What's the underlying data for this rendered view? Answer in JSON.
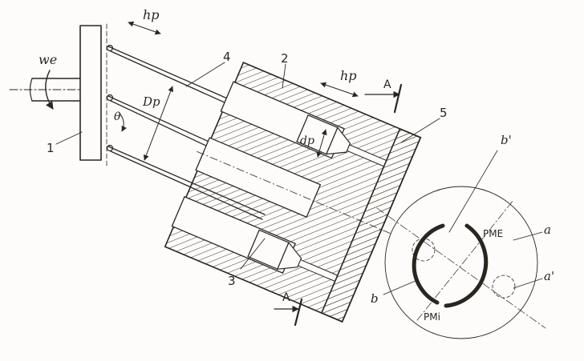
{
  "labels": {
    "omega": "we",
    "part1": "1",
    "part2": "2",
    "part3": "3",
    "part4": "4",
    "part5": "5",
    "hp_top": "hp",
    "hp_right": "hp",
    "dp": "dp",
    "Dp": "Dp",
    "theta": "θ",
    "section_a_top": "A",
    "section_a_bottom": "A",
    "pme": "PME",
    "pmi": "PMi",
    "a": "a",
    "a_prime": "a'",
    "b": "b",
    "b_prime": "b'"
  },
  "colors": {
    "ink": "#2b2520",
    "paper": "#fdfcfa",
    "hatch": "#3a332c"
  }
}
